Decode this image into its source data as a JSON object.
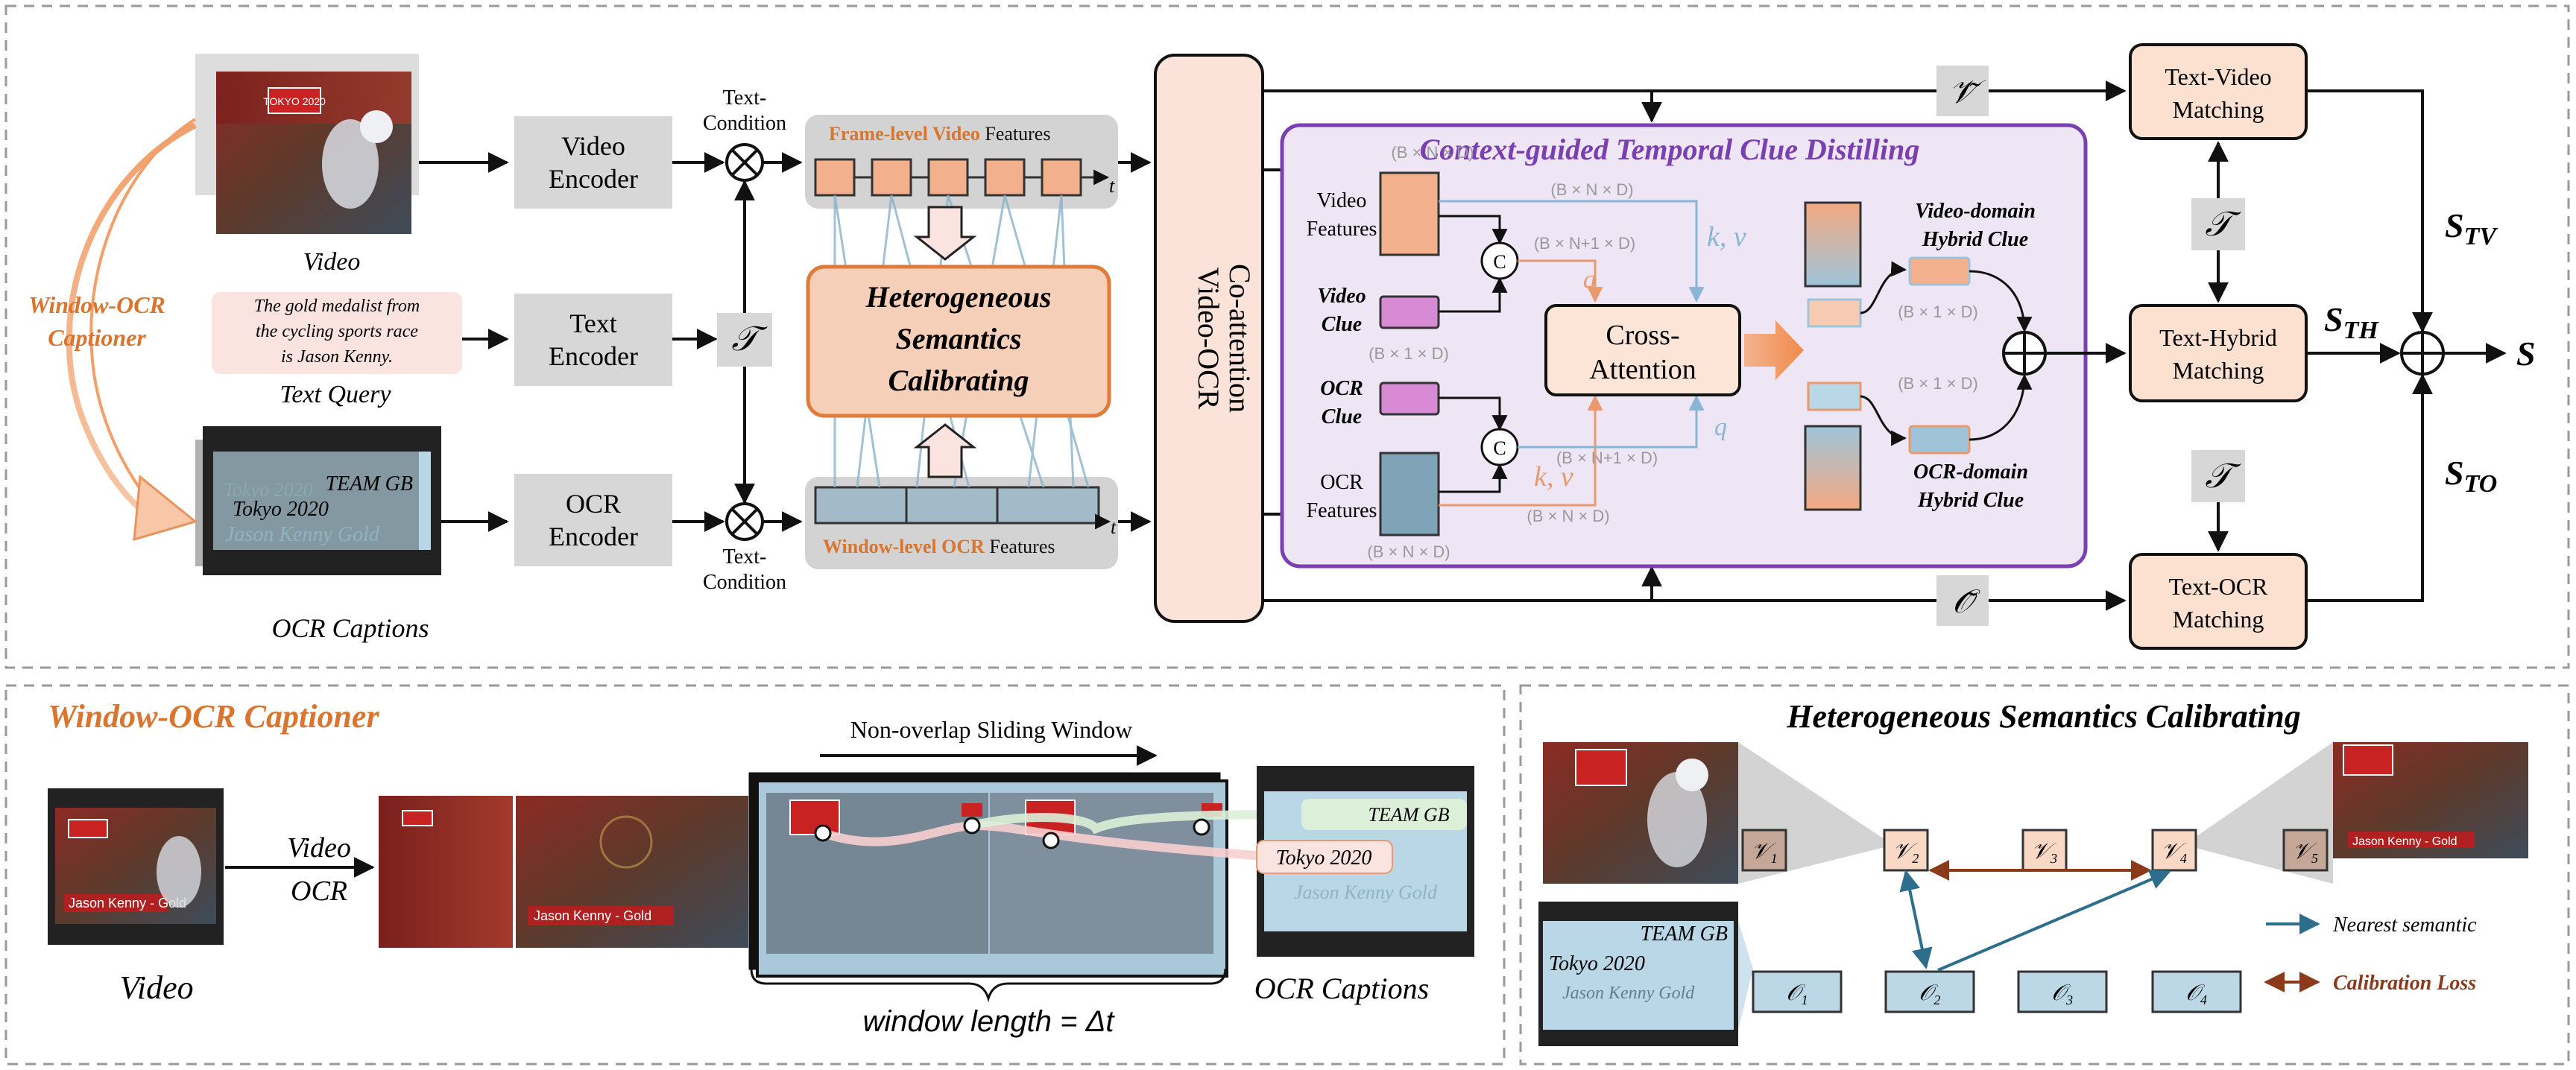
{
  "top": {
    "video_label": "Video",
    "query_text": [
      "The gold medalist from",
      "the cycling sports race",
      "is Jason Kenny."
    ],
    "query_label": "Text Query",
    "ocr_captions_label": "OCR Captions",
    "captioner_label": [
      "Window-OCR",
      "Captioner"
    ],
    "film_text": [
      "TEAM GB",
      "Tokyo 2020",
      "Jason Kenny Gold",
      "Tokyo 2020"
    ],
    "video_encoder": [
      "Video",
      "Encoder"
    ],
    "text_encoder": [
      "Text",
      "Encoder"
    ],
    "ocr_encoder": [
      "OCR",
      "Encoder"
    ],
    "text_condition_top": [
      "Text-",
      "Condition"
    ],
    "text_condition_bottom": [
      "Text-",
      "Condition"
    ],
    "t_symbol": "𝒯",
    "frame_features": [
      "Frame-level Video",
      " Features"
    ],
    "window_features": [
      "Window-level OCR",
      " Features"
    ],
    "hsc_box": [
      "Heterogeneous",
      "Semantics",
      "Calibrating"
    ],
    "coattention": [
      "Video-OCR",
      "Co-attention"
    ],
    "v_tilde": "𝒱̃",
    "o_tilde": "𝒪̃",
    "tv_matching": [
      "Text-Video",
      "Matching"
    ],
    "th_matching": [
      "Text-Hybrid",
      "Matching"
    ],
    "to_matching": [
      "Text-OCR",
      "Matching"
    ],
    "s_tv": "S",
    "s_tv_sub": "TV",
    "s_th": "S",
    "s_th_sub": "TH",
    "s_to": "S",
    "s_to_sub": "TO",
    "s_final": "S"
  },
  "ctd": {
    "title": "Context-guided Temporal Clue Distilling",
    "video_features": [
      "Video",
      "Features"
    ],
    "video_clue": [
      "Video",
      "Clue"
    ],
    "ocr_clue": [
      "OCR",
      "Clue"
    ],
    "ocr_features": [
      "OCR",
      "Features"
    ],
    "dim_bnd_top": "(B × N × D)",
    "dim_bnd_top2": "(B × N × D)",
    "dim_b1d_video": "(B × 1 × D)",
    "dim_bn1d_top": "(B × N+1 × D)",
    "dim_bn1d_bottom": "(B × N+1 × D)",
    "dim_bnd_mid": "(B × N × D)",
    "dim_bnd_bottom": "(B × N × D)",
    "dim_b1d_right1": "(B × 1 × D)",
    "dim_b1d_right2": "(B × 1 × D)",
    "concat": "C",
    "q": "q",
    "kv": "k, v",
    "cross_attention": [
      "Cross-",
      "Attention"
    ],
    "video_hybrid": [
      "Video-domain",
      "Hybrid Clue"
    ],
    "ocr_hybrid": [
      "OCR-domain",
      "Hybrid Clue"
    ]
  },
  "bottom_left": {
    "title": "Window-OCR Captioner",
    "video_label": "Video",
    "video_ocr": [
      "Video",
      "OCR"
    ],
    "sliding": "Non-overlap Sliding Window",
    "window_length": "window length =  Δt",
    "team_gb": "TEAM GB",
    "tokyo": "Tokyo 2020",
    "jason": "Jason Kenny Gold",
    "jason_frame": "Jason Kenny - Gold",
    "tokyo_logo": "TOKYO 2020",
    "ocr_captions": "OCR Captions"
  },
  "bottom_right": {
    "title": "Heterogeneous Semantics Calibrating",
    "v_nodes": [
      "𝒱₁",
      "𝒱₂",
      "𝒱₃",
      "𝒱₄",
      "𝒱₅"
    ],
    "o_nodes": [
      "𝒪₁",
      "𝒪₂",
      "𝒪₃",
      "𝒪₄"
    ],
    "film": [
      "TEAM GB",
      "Tokyo 2020",
      "Jason Kenny Gold"
    ],
    "legend_nearest": "Nearest semantic",
    "legend_loss": "Calibration Loss"
  },
  "colors": {
    "orange": "#E07B39",
    "peach": "#F9D9C5",
    "purple": "#7A3FB0",
    "blue_gray": "#6E8FA3",
    "teal": "#2C6E8C",
    "brown": "#8B3A1A"
  }
}
